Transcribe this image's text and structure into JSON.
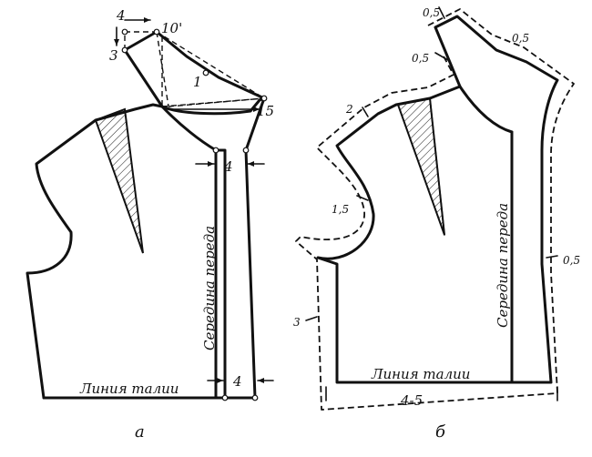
{
  "diagram_a": {
    "caption": "а",
    "label_waist": "Линия талии",
    "label_center_front": "Середина переда",
    "points": {
      "p4_top": "4",
      "p3": "3",
      "p10": "10'",
      "p1": "1",
      "p15": "15"
    },
    "dims": {
      "neck_ext": "4",
      "waist_ext": "4"
    }
  },
  "diagram_b": {
    "caption": "б",
    "label_waist": "Линия талии",
    "label_center_front": "Середина переда",
    "seam_allowances": {
      "neck_top": "0,5",
      "shoulder_top": "0,5",
      "neck_side": "0,5",
      "armhole_upper": "2",
      "armhole_lower": "1,5",
      "side": "3",
      "center_front": "0,5",
      "hem": "4-5"
    }
  },
  "colors": {
    "line": "#111111",
    "background": "#ffffff"
  }
}
